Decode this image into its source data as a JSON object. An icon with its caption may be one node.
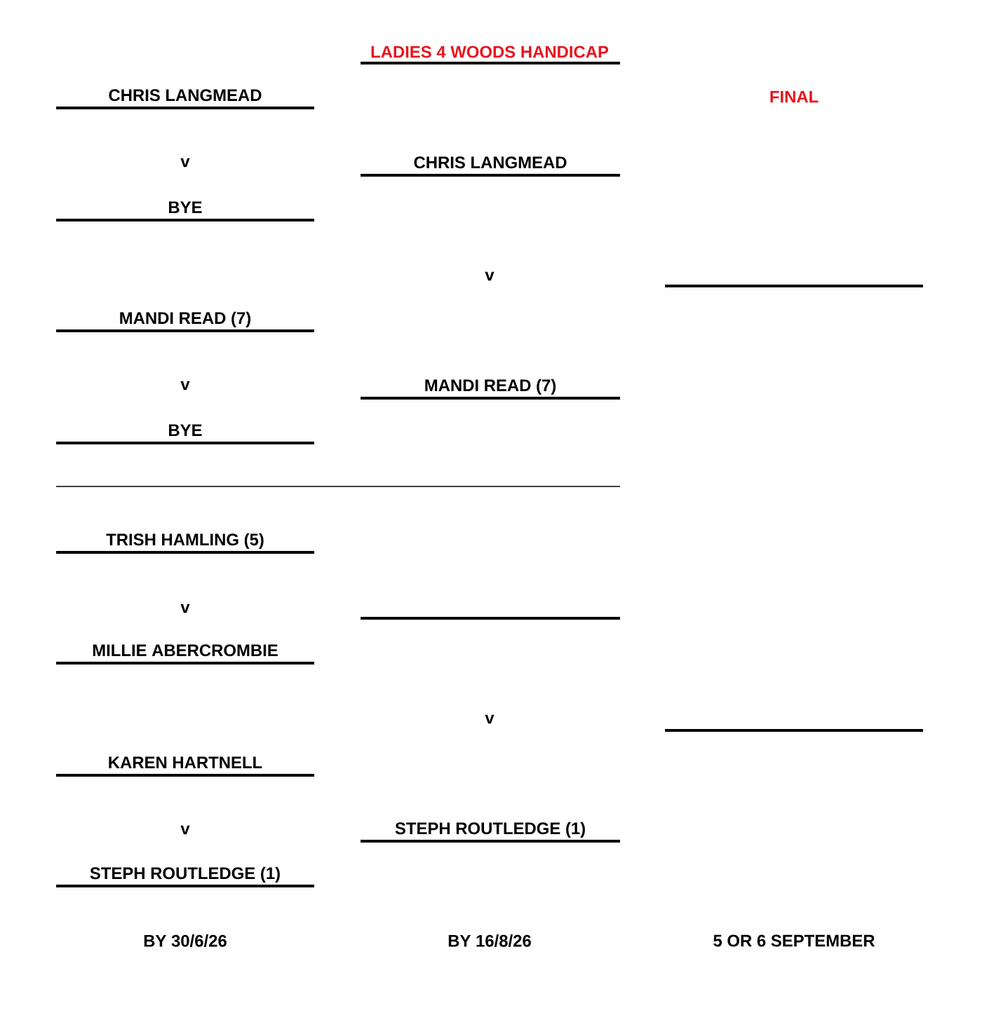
{
  "diagram": {
    "title": "LADIES 4 WOODS HANDICAP",
    "nodes": [
      {
        "text": [
          "CHRIS LANGMEAD"
        ]
      },
      {
        "text": [
          "CHRIS LANGMEAD"
        ]
      },
      {
        "text": [
          "BYE"
        ]
      },
      {
        "text": [],
        "shape": "bar"
      },
      {
        "text": [
          "MANDI READ (7)"
        ]
      },
      {
        "text": [
          "MANDI READ (7)"
        ]
      },
      {
        "text": [
          "BYE"
        ]
      },
      {
        "text": [
          "TRISH HAMLING (5)"
        ]
      },
      {
        "text": [],
        "shape": "bar"
      },
      {
        "text": [
          "MILLIE ABERCROMBIE"
        ]
      },
      {
        "text": [],
        "shape": "bar"
      },
      {
        "text": [
          "KAREN HARTNELL"
        ]
      },
      {
        "text": [
          "STEPH ROUTLEDGE (1)"
        ]
      },
      {
        "text": [
          "STEPH ROUTLEDGE (1)"
        ]
      }
    ],
    "edges": [],
    "labels": [
      "FINAL",
      "v",
      "v",
      "v",
      "v",
      "v",
      "v",
      "BY 30/6/26",
      "BY  16/8/26",
      "5 OR 6 SEPTEMBER"
    ]
  }
}
